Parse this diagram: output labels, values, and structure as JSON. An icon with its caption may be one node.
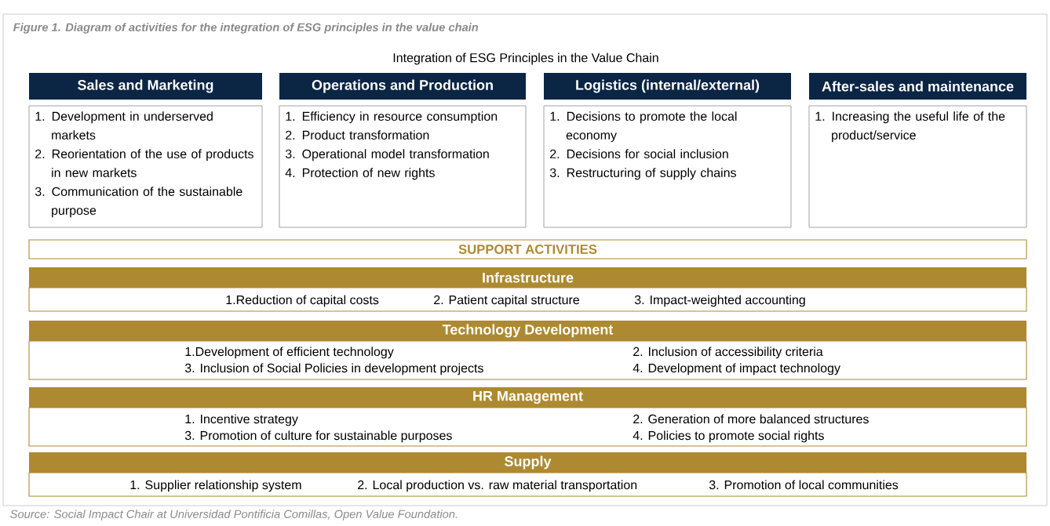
{
  "diagram": {
    "caption": "Figure 1.  Diagram of activities for the integration of ESG principles in the value chain",
    "title": "Integration of ESG Principles in the Value Chain",
    "nodes": [
      {
        "text": [
          "Sales and Marketing",
          "1. Development in underserved markets",
          "2. Reorientation of the use of products in new markets",
          "3. Communication of the sustainable purpose"
        ]
      },
      {
        "text": [
          "Operations and Production",
          "1. Efficiency in resource consumption",
          "2. Product transformation",
          "3. Operational model transformation",
          "4. Protection of new rights"
        ]
      },
      {
        "text": [
          "Logistics (internal/external)",
          "1. Decisions to promote the local economy",
          "2. Decisions for social inclusion",
          "3. Restructuring of supply chains"
        ]
      },
      {
        "text": [
          "After-sales and maintenance",
          "1. Increasing the useful life of the product/service"
        ]
      },
      {
        "text": [
          "SUPPORT ACTIVITIES"
        ]
      },
      {
        "text": [
          "Infrastructure",
          "1.Reduction of capital costs",
          "2. Patient capital structure",
          "3. Impact-weighted accounting"
        ]
      },
      {
        "text": [
          "Technology Development",
          "1.Development of efficient technology",
          "2. Inclusion of accessibility criteria",
          "3. Inclusion of Social Policies in development projects",
          "4. Development of impact technology"
        ]
      },
      {
        "text": [
          "HR Management",
          "1. Incentive strategy",
          "2. Generation of more balanced structures",
          "3. Promotion of culture for sustainable purposes",
          "4. Policies to promote social rights"
        ]
      },
      {
        "text": [
          "Supply",
          "1. Supplier relationship system",
          "2. Local production vs. raw material transportation",
          "3. Promotion of local communities"
        ]
      }
    ],
    "labels": [
      "Source: Social Impact Chair at Universidad Pontificia Comillas, Open Value Foundation."
    ]
  }
}
